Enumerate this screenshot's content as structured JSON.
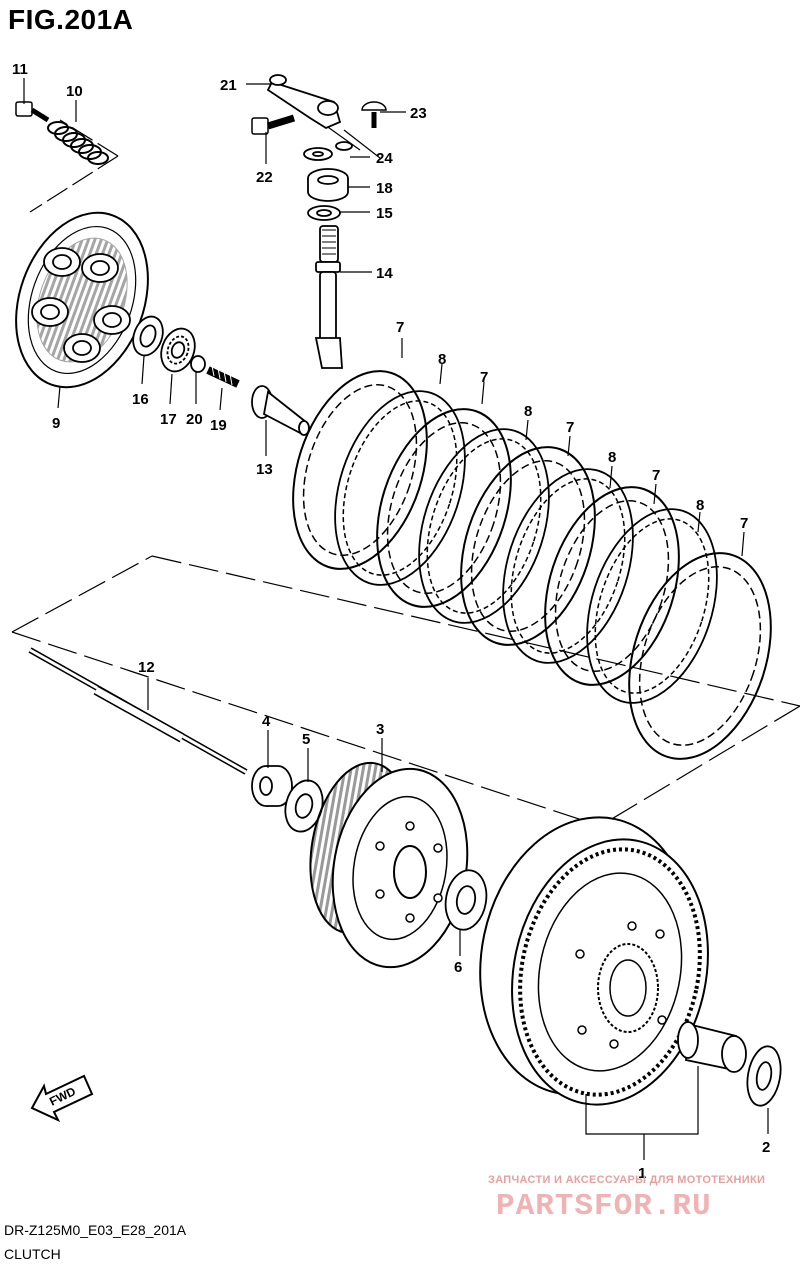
{
  "figure": {
    "title": "FIG.201A",
    "code": "DR-Z125M0_E03_E28_201A",
    "name": "CLUTCH"
  },
  "fwd_label": "FWD",
  "watermark": {
    "tagline": "ЗАПЧАСТИ И АКСЕССУАРЫ ДЛЯ МОТОТЕХНИКИ",
    "brand": "PARTSFOR.RU"
  },
  "callouts": {
    "p1": "1",
    "p2": "2",
    "p3": "3",
    "p4": "4",
    "p5": "5",
    "p6": "6",
    "p7a": "7",
    "p7b": "7",
    "p7c": "7",
    "p7d": "7",
    "p7e": "7",
    "p8a": "8",
    "p8b": "8",
    "p8c": "8",
    "p8d": "8",
    "p9": "9",
    "p10": "10",
    "p11": "11",
    "p12": "12",
    "p13": "13",
    "p14": "14",
    "p15": "15",
    "p16": "16",
    "p17": "17",
    "p18": "18",
    "p19": "19",
    "p20": "20",
    "p21": "21",
    "p22": "22",
    "p23": "23",
    "p24": "24"
  }
}
